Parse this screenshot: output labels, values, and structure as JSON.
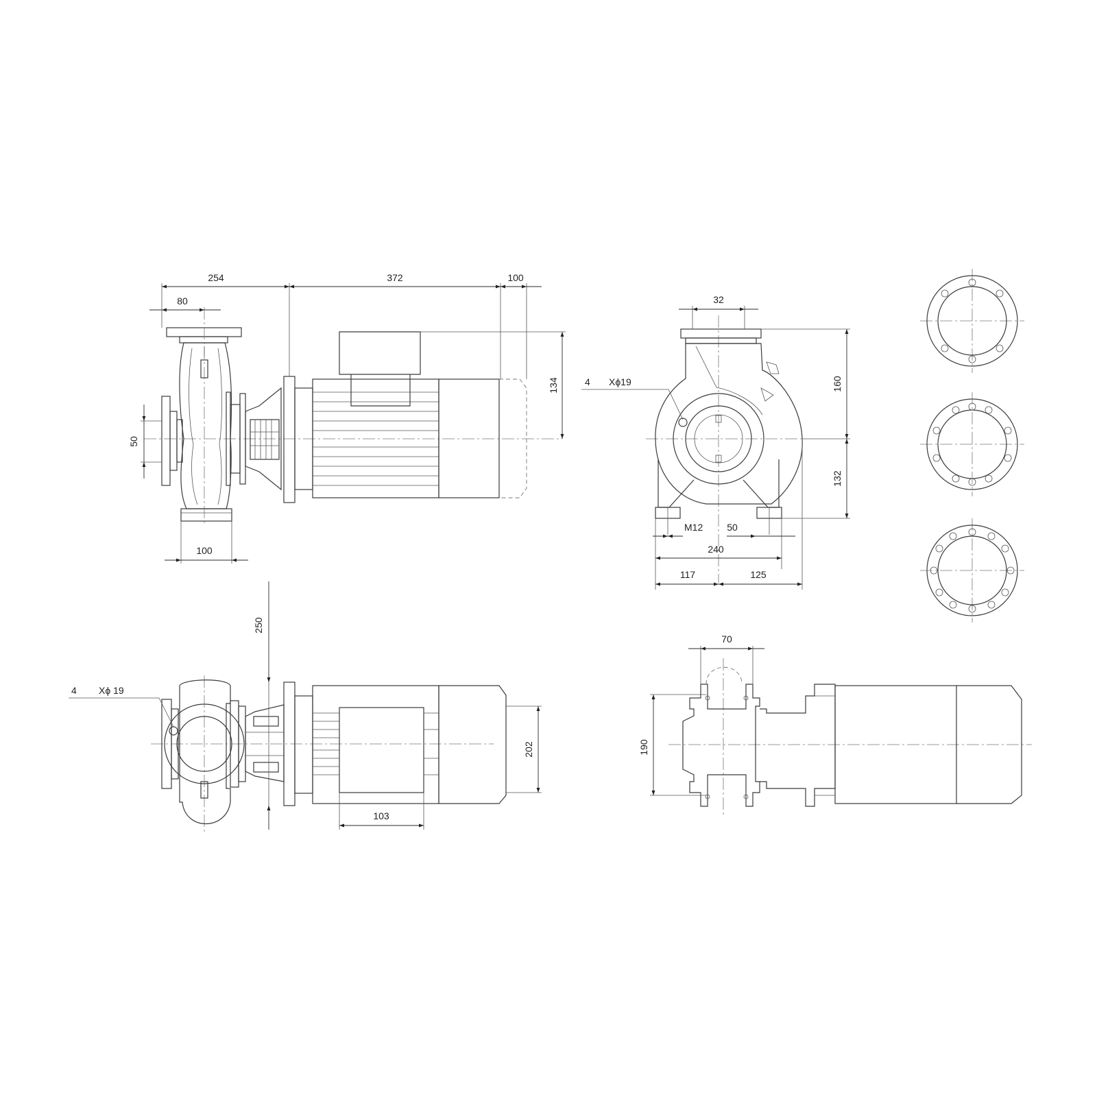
{
  "drawing": {
    "side_view": {
      "overall_pump": "254",
      "inlet_offset": "80",
      "motor_length": "372",
      "fan_cover": "100",
      "terminal_height": "134",
      "outlet_dn": "50",
      "foot_width": "100"
    },
    "front_view": {
      "outlet_dn": "32",
      "bolt_count": "4",
      "bolt_spec": "Xϕ19",
      "upper_height": "160",
      "lower_height": "132",
      "thread": "M12",
      "foot_offset": "50",
      "foot_span": "240",
      "left_offset": "117",
      "right_offset": "125"
    },
    "top_view": {
      "shaft_height": "250",
      "bolt_count": "4",
      "bolt_spec": "Xϕ 19",
      "motor_width": "202",
      "terminal_width": "103"
    },
    "section_view": {
      "outlet_width": "70",
      "flange_height": "190"
    }
  }
}
